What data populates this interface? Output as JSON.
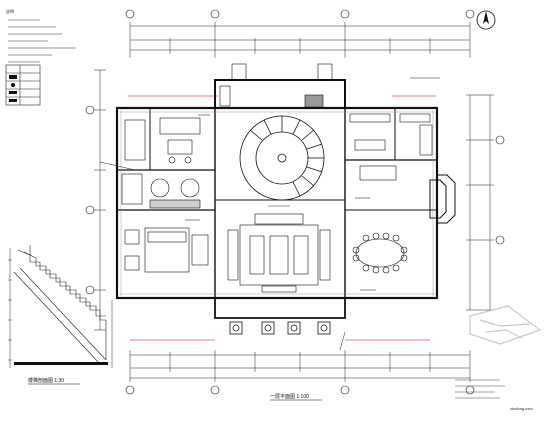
{
  "notes_header": "说明",
  "section_title": "楼梯剖面图 1:30",
  "plan_title": "一层平面图 1:100",
  "north_symbol": "north-arrow-icon",
  "watermark_text": "zhulong.com",
  "colors": {
    "line": "#111111",
    "accent": "#cc0000",
    "watermark": "#c8c8c8"
  }
}
